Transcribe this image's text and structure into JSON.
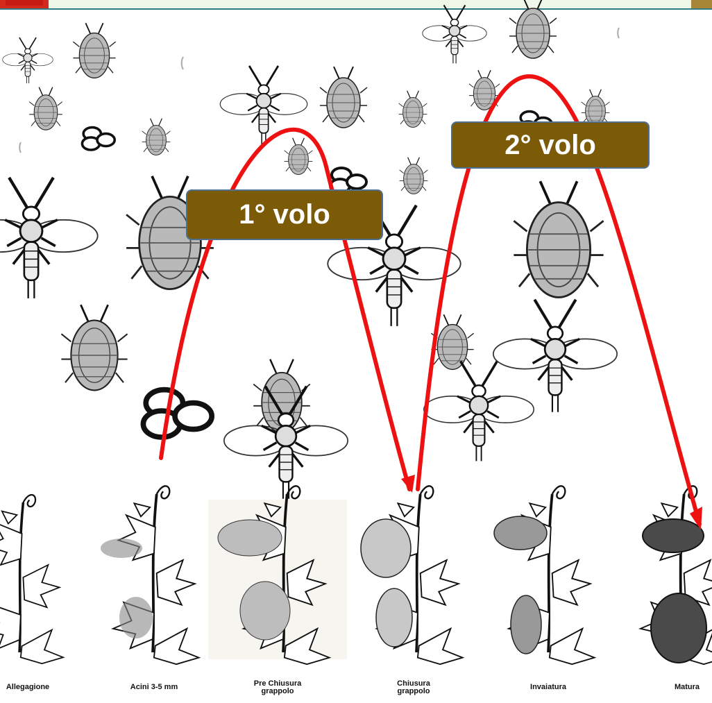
{
  "diagram": {
    "labels": {
      "flight_1": "1° volo",
      "flight_2": "2° volo"
    },
    "stages": [
      {
        "id": "allegagione",
        "label": "Allegagione"
      },
      {
        "id": "acini",
        "label": "Acini 3-5 mm"
      },
      {
        "id": "pre-chiusura",
        "label": "Pre Chiusura\ngrappolo"
      },
      {
        "id": "chiusura",
        "label": "Chiusura\ngrappolo"
      },
      {
        "id": "invaiatura",
        "label": "Invaiatura"
      },
      {
        "id": "maturazione",
        "label": "Matura"
      }
    ],
    "colors": {
      "curve": "#ee1111",
      "label_fill": "#7b5a08",
      "label_border": "#4f6f91",
      "header_accent": "#2f7d86"
    },
    "icons": {
      "insect_winged": "winged-male-insect-icon",
      "insect_female": "female-mealybug-icon",
      "eggs": "egg-cluster-icon",
      "vine": "grapevine-shoot-icon"
    }
  }
}
